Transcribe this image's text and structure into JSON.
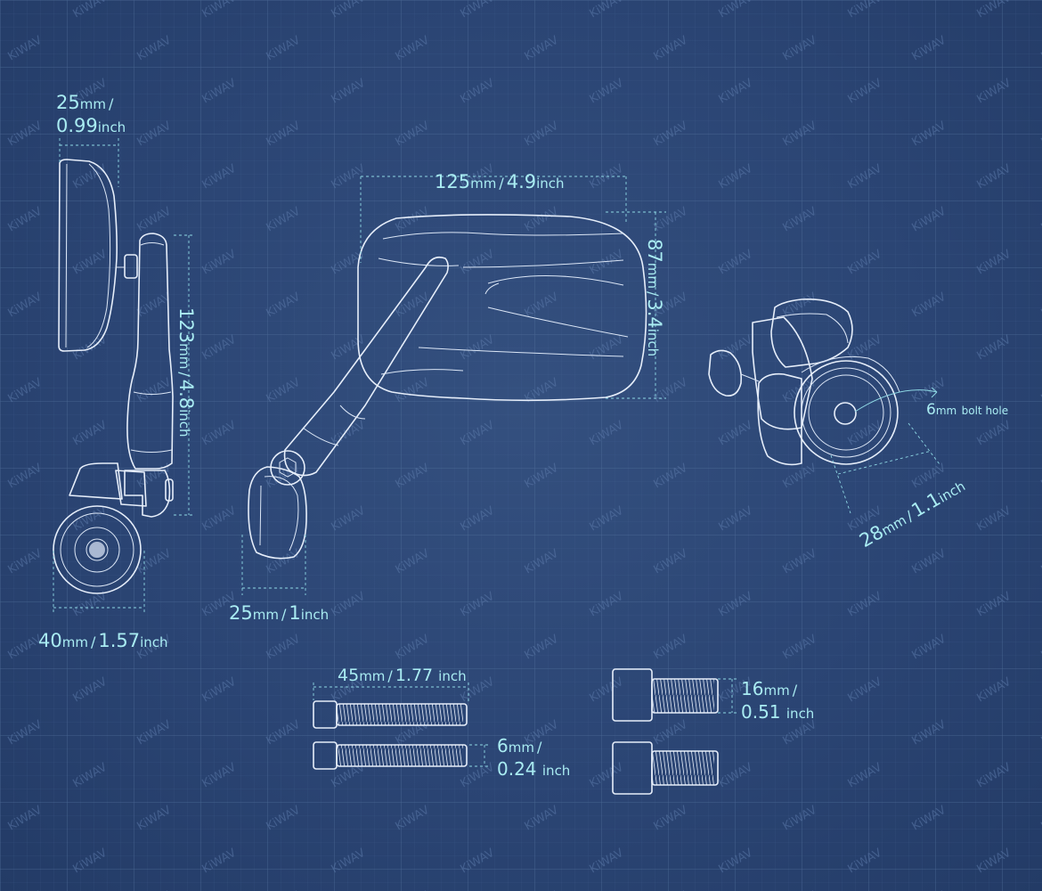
{
  "watermark": "KiWAV",
  "colors": {
    "background": "#2b4475",
    "label": "#a9ecf2",
    "drawing": "#e6eefa",
    "grid": "#4c6a99"
  },
  "dimensions": {
    "side_top_width": {
      "mm": "25",
      "mm_unit": "mm",
      "sep": "/",
      "inch": "0.99",
      "inch_unit": "inch"
    },
    "side_height": {
      "mm": "123",
      "mm_unit": "mm",
      "sep": "/",
      "inch": "4.8",
      "inch_unit": "inch"
    },
    "side_bottom_width": {
      "mm": "40",
      "mm_unit": "mm",
      "sep": "/",
      "inch": "1.57",
      "inch_unit": "inch"
    },
    "front_width": {
      "mm": "125",
      "mm_unit": "mm",
      "sep": "/",
      "inch": "4.9",
      "inch_unit": "inch"
    },
    "front_height": {
      "mm": "87",
      "mm_unit": "mm",
      "sep": "/",
      "inch": "3.4",
      "inch_unit": "inch"
    },
    "front_clamp": {
      "mm": "25",
      "mm_unit": "mm",
      "sep": "/",
      "inch": "1",
      "inch_unit": "inch"
    },
    "bolt_hole": {
      "mm": "6",
      "mm_unit": "mm",
      "text": "bolt hole"
    },
    "clamp_diameter": {
      "mm": "28",
      "mm_unit": "mm",
      "sep": "/",
      "inch": "1.1",
      "inch_unit": "inch"
    },
    "bolt_length": {
      "mm": "45",
      "mm_unit": "mm",
      "sep": "/",
      "inch": "1.77",
      "inch_unit": "inch"
    },
    "bolt_diameter": {
      "mm": "6",
      "mm_unit": "mm",
      "sep": "/",
      "inch": "0.24",
      "inch_unit": "inch"
    },
    "short_bolt_length": {
      "mm": "16",
      "mm_unit": "mm",
      "sep": "/",
      "inch": "0.51",
      "inch_unit": "inch"
    }
  }
}
